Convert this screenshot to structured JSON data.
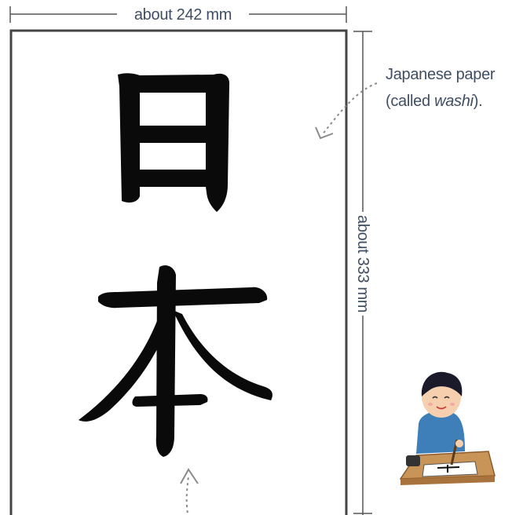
{
  "dimensions": {
    "width_label": "about 242 mm",
    "height_label": "about 333 mm"
  },
  "paper_annotation": {
    "line1": "Japanese paper",
    "line2_prefix": "(called ",
    "line2_term": "washi",
    "line2_suffix": ")."
  },
  "calligraphy": {
    "characters": "日本"
  },
  "colors": {
    "label_text": "#3f4e62",
    "dimension_line": "#555555",
    "ink": "#0a0a0a",
    "paper_border": "#444444",
    "arrow": "#8a8a8a"
  },
  "illustration": {
    "icon": "child-writing-calligraphy-icon"
  }
}
